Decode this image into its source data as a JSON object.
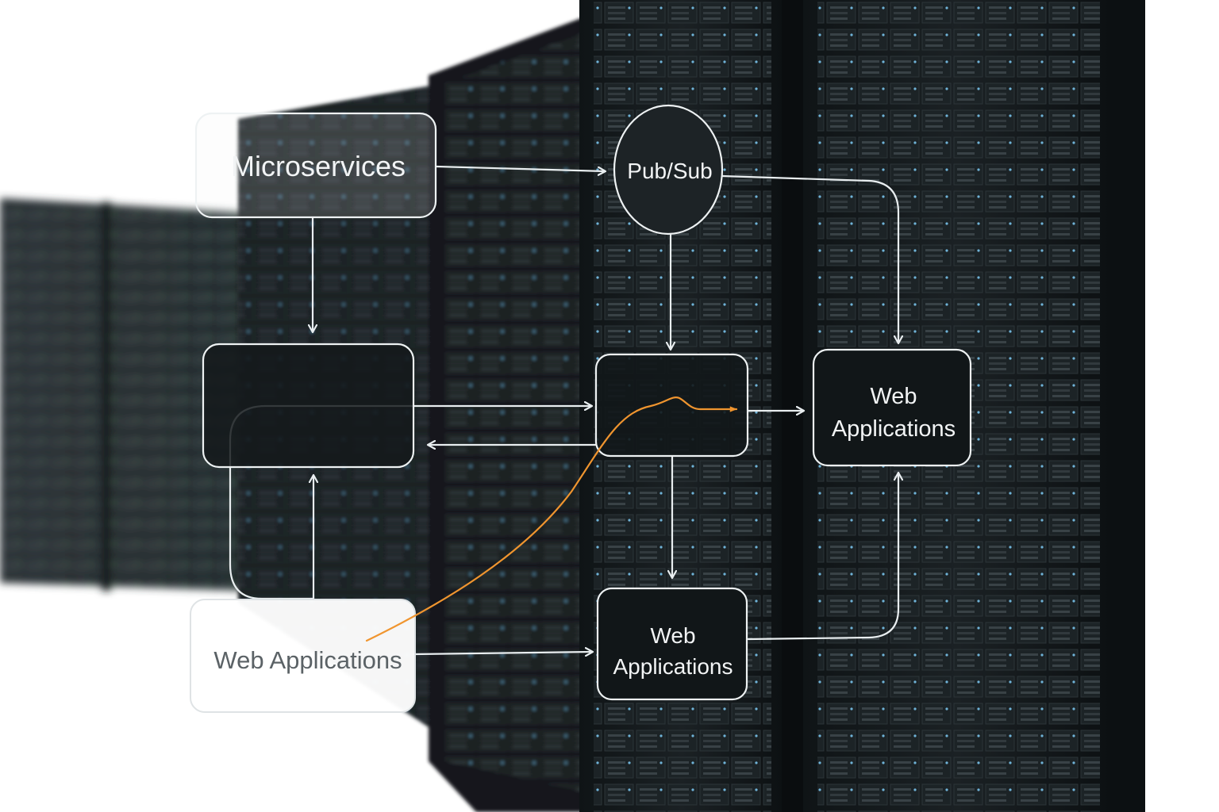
{
  "diagram": {
    "nodes": {
      "microservices": {
        "label": "Microservices"
      },
      "pubsub": {
        "label": "Pub/Sub"
      },
      "web_apps_right": {
        "label_line1": "Web",
        "label_line2": "Applications"
      },
      "web_apps_bottom_left": {
        "label": "Web Applications"
      },
      "web_apps_bottom_center": {
        "label_line1": "Web",
        "label_line2": "Applications"
      }
    },
    "colors": {
      "line": "#e9eef0",
      "highlight_curve": "#f0952f",
      "node_fill": "#14191b",
      "rack_dark": "#0b0f11"
    }
  }
}
